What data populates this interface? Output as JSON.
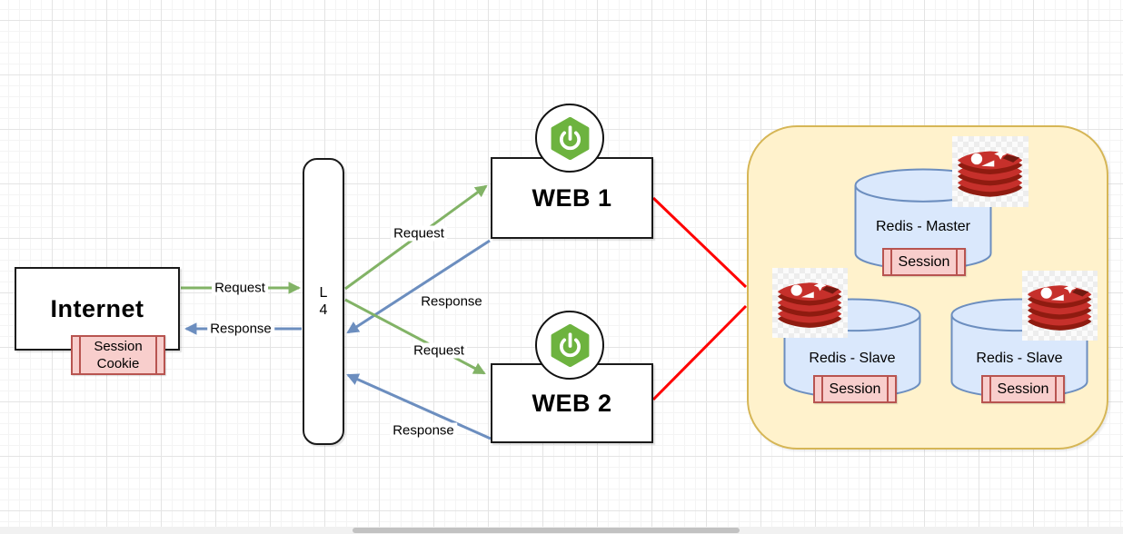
{
  "diagram": {
    "nodes": {
      "internet": {
        "label": "Internet"
      },
      "session_cookie": {
        "line1": "Session",
        "line2": "Cookie"
      },
      "load_balancer": {
        "line1": "L",
        "line2": "4"
      },
      "web1": {
        "label": "WEB 1"
      },
      "web2": {
        "label": "WEB 2"
      },
      "redis_master": {
        "label": "Redis - Master",
        "badge": "Session"
      },
      "redis_slave_left": {
        "label": "Redis - Slave",
        "badge": "Session"
      },
      "redis_slave_right": {
        "label": "Redis - Slave",
        "badge": "Session"
      }
    },
    "edge_labels": {
      "internet_to_l4": "Request",
      "l4_to_internet": "Response",
      "l4_to_web1": "Request",
      "web1_to_l4": "Response",
      "l4_to_web2": "Request",
      "web2_to_l4": "Response"
    },
    "icons": {
      "spring_boot": "spring-boot-icon",
      "redis": "redis-icon"
    },
    "colors": {
      "request_arrow": "#82B366",
      "response_arrow": "#6C8EBF",
      "redis_link": "#FF0000",
      "cluster_fill": "#FFF2CC",
      "cluster_stroke": "#D6B656",
      "cylinder_fill": "#DAE8FC",
      "cylinder_stroke": "#6C8EBF",
      "badge_fill": "#F8CECC",
      "badge_stroke": "#B85450",
      "spring_green": "#6DB33F",
      "redis_red": "#C6302B"
    }
  }
}
